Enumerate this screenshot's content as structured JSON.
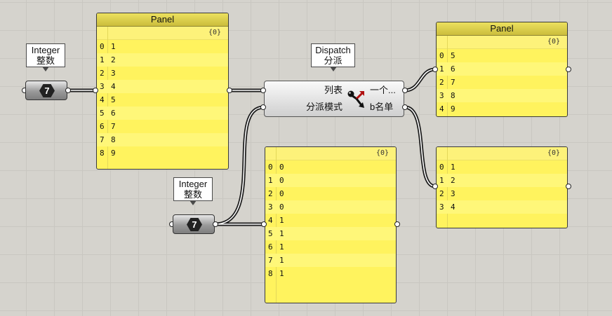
{
  "panel1": {
    "title": "Panel",
    "path": "{0}",
    "rows": [
      {
        "i": "0",
        "v": "1"
      },
      {
        "i": "1",
        "v": "2"
      },
      {
        "i": "2",
        "v": "3"
      },
      {
        "i": "3",
        "v": "4"
      },
      {
        "i": "4",
        "v": "5"
      },
      {
        "i": "5",
        "v": "6"
      },
      {
        "i": "6",
        "v": "7"
      },
      {
        "i": "7",
        "v": "8"
      },
      {
        "i": "8",
        "v": "9"
      }
    ]
  },
  "panel2": {
    "title": "Panel",
    "path": "{0}",
    "rows": [
      {
        "i": "0",
        "v": "5"
      },
      {
        "i": "1",
        "v": "6"
      },
      {
        "i": "2",
        "v": "7"
      },
      {
        "i": "3",
        "v": "8"
      },
      {
        "i": "4",
        "v": "9"
      }
    ]
  },
  "panel3": {
    "path": "{0}",
    "rows": [
      {
        "i": "0",
        "v": "0"
      },
      {
        "i": "1",
        "v": "0"
      },
      {
        "i": "2",
        "v": "0"
      },
      {
        "i": "3",
        "v": "0"
      },
      {
        "i": "4",
        "v": "1"
      },
      {
        "i": "5",
        "v": "1"
      },
      {
        "i": "6",
        "v": "1"
      },
      {
        "i": "7",
        "v": "1"
      },
      {
        "i": "8",
        "v": "1"
      }
    ]
  },
  "panel4": {
    "path": "{0}",
    "rows": [
      {
        "i": "0",
        "v": "1"
      },
      {
        "i": "1",
        "v": "2"
      },
      {
        "i": "2",
        "v": "3"
      },
      {
        "i": "3",
        "v": "4"
      }
    ]
  },
  "integer1": {
    "tooltip_line1": "Integer",
    "tooltip_line2": "整数",
    "value": "7"
  },
  "integer2": {
    "tooltip_line1": "Integer",
    "tooltip_line2": "整数",
    "value": "7"
  },
  "dispatch": {
    "tooltip_line1": "Dispatch",
    "tooltip_line2": "分派",
    "input_list": "列表",
    "input_pattern": "分派模式",
    "output_a": "一个...",
    "output_b": "b名单",
    "icon": "dispatch-icon"
  },
  "colors": {
    "panel": "#fff35e",
    "panel_title": "#d8cb48",
    "canvas": "#d5d3cd",
    "wire": "#1a1a1a"
  }
}
